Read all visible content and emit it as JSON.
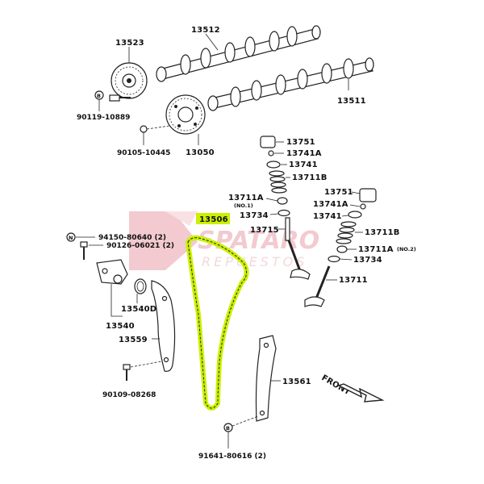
{
  "labels": {
    "p13523": "13523",
    "p13512": "13512",
    "p13511": "13511",
    "p90119": "90119-10889",
    "p90105": "90105-10445",
    "p13050": "13050",
    "p13751a": "13751",
    "p13741Aa": "13741A",
    "p13741a": "13741",
    "p13711Ba": "13711B",
    "p13711Aa": "13711A",
    "no1": "(NO.1)",
    "p13734a": "13734",
    "p13715": "13715",
    "p13751b": "13751",
    "p13741Ab": "13741A",
    "p13741b": "13741",
    "p13711Bb": "13711B",
    "p13711Ab": "13711A",
    "no2": "(NO.2)",
    "p13734b": "13734",
    "p13711": "13711",
    "p13506": "13506",
    "p94150": "94150-80640 (2)",
    "p90126": "90126-06021 (2)",
    "p13540D": "13540D",
    "p13540": "13540",
    "p13559": "13559",
    "p13561": "13561",
    "p90109": "90109-08268",
    "p91641": "91641-80616 (2)",
    "front": "FRONT",
    "markerB": "B",
    "markerN": "N"
  },
  "watermark": {
    "brand": "SPATARO",
    "sub": "REPUESTOS"
  },
  "colors": {
    "highlight": "#ccf000",
    "watermark": "#e8a0a8",
    "line": "#222222"
  },
  "highlighted_part": "13506"
}
